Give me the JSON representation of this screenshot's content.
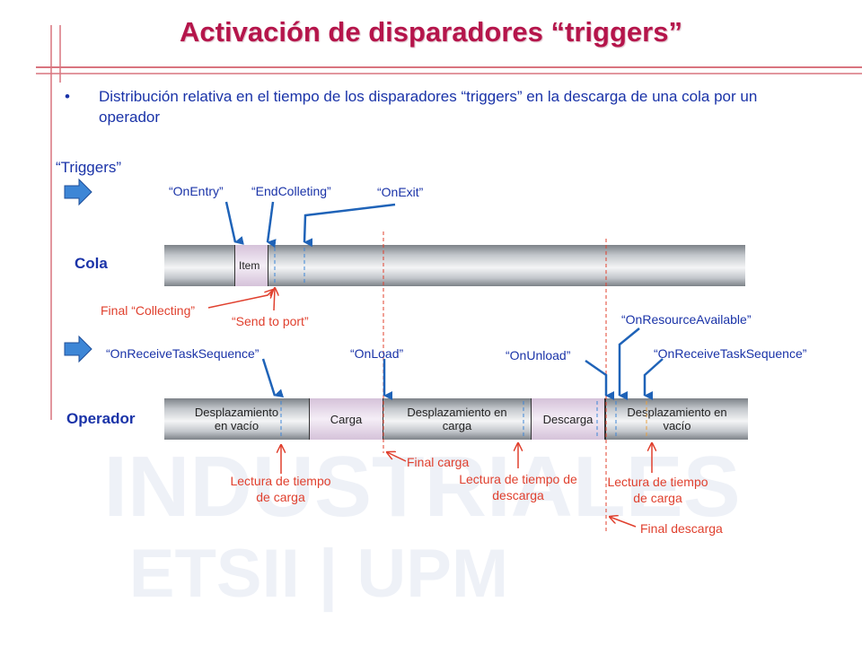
{
  "title": "Activación de disparadores “triggers”",
  "bullet": "Distribución relativa en el tiempo de los disparadores “triggers” en la descarga de una cola por un operador",
  "triggers_heading": "“Triggers”",
  "cola_heading": "Cola",
  "operador_heading": "Operador",
  "cola_triggers": {
    "on_entry": "“OnEntry”",
    "end_colleting": "“EndColleting”",
    "on_exit": "“OnExit”"
  },
  "cola_bar": {
    "item": "Item"
  },
  "cola_events": {
    "final_collecting": "Final “Collecting”",
    "send_to_port": "“Send to port”"
  },
  "operador_triggers": {
    "on_receive_1": "“OnReceiveTaskSequence”",
    "on_load": "“OnLoad”",
    "on_unload": "“OnUnload”",
    "on_resource_available": "“OnResourceAvailable”",
    "on_receive_2": "“OnReceiveTaskSequence”"
  },
  "operador_bar": {
    "seg1": "Desplazamiento en vacío",
    "seg2": "Carga",
    "seg3": "Desplazamiento en carga",
    "seg4": "Descarga",
    "seg5": "Desplazamiento en vacío"
  },
  "operador_events": {
    "lectura_carga_1": "Lectura de tiempo de carga",
    "final_carga": "Final carga",
    "lectura_descarga": "Lectura de tiempo de descarga",
    "lectura_carga_2": "Lectura de tiempo de carga",
    "final_descarga": "Final descarga"
  },
  "watermark": {
    "line1": "INDUSTRIALES",
    "line2": "ETSII | UPM"
  },
  "colors": {
    "title": "#b5154b",
    "text_blue": "#1a33a8",
    "event_red": "#e0402e",
    "arrow_blue": "#1f63b8",
    "accent_rule": "#d9747f"
  }
}
